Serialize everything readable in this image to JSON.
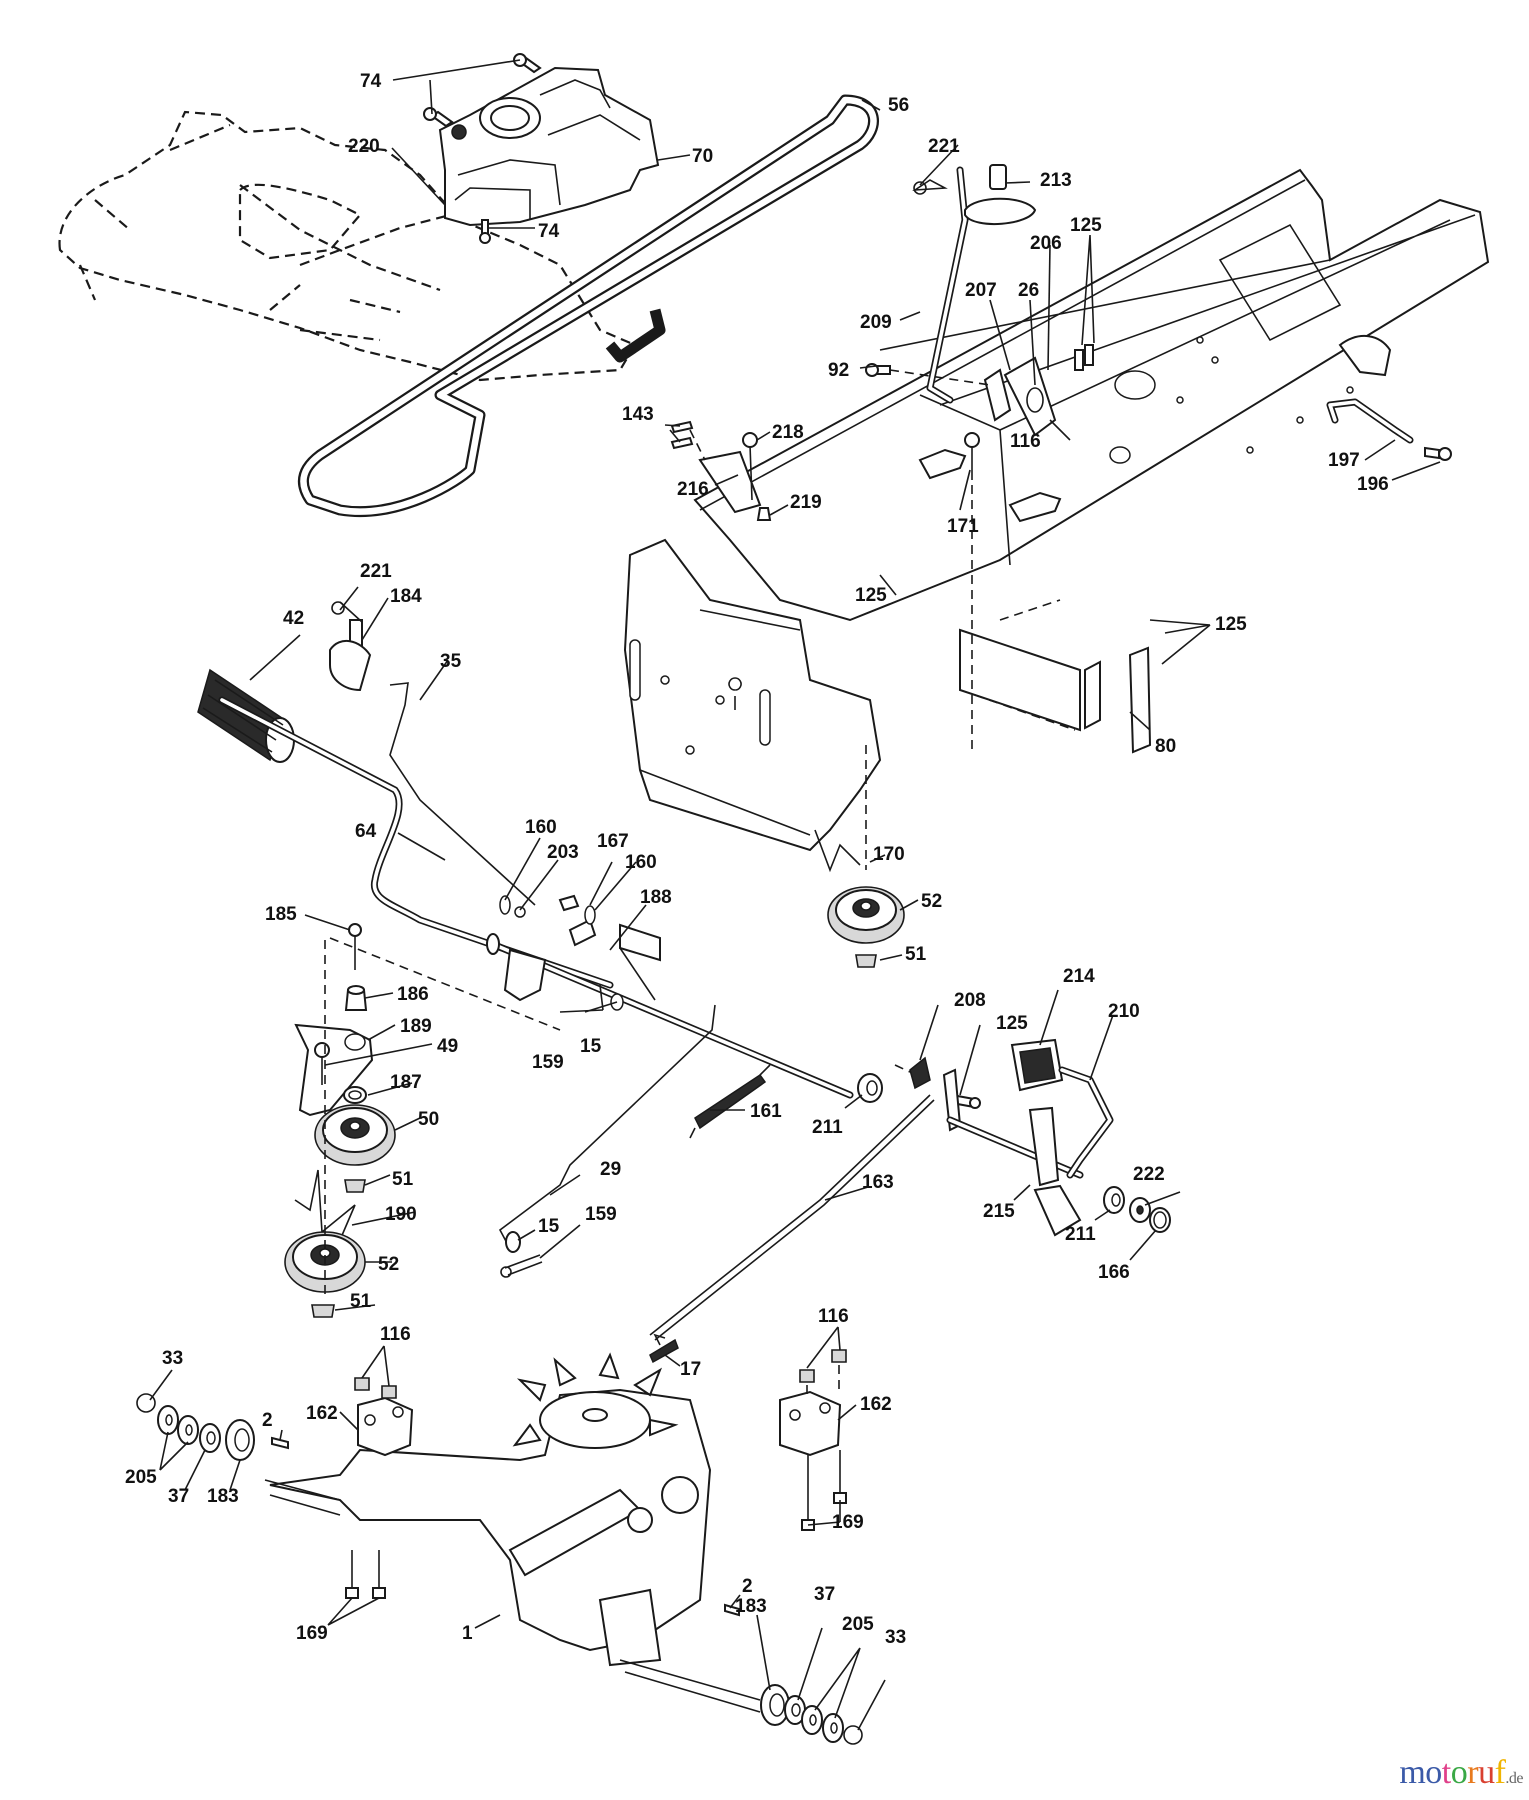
{
  "diagram": {
    "title": "Exploded parts diagram — lawn tractor drive / transaxle assembly",
    "callouts": {
      "c74a": "74",
      "c74b": "74",
      "c220": "220",
      "c70": "70",
      "c56": "56",
      "c221a": "221",
      "c213": "213",
      "c125a": "125",
      "c206": "206",
      "c26": "26",
      "c207": "207",
      "c209": "209",
      "c92": "92",
      "c143": "143",
      "c218": "218",
      "c216": "216",
      "c219": "219",
      "c116a": "116",
      "c171": "171",
      "c197": "197",
      "c196": "196",
      "c221b": "221",
      "c184": "184",
      "c42": "42",
      "c35": "35",
      "c125b": "125",
      "c125c": "125",
      "c80": "80",
      "c64": "64",
      "c160a": "160",
      "c203": "203",
      "c167": "167",
      "c160b": "160",
      "c188": "188",
      "c170": "170",
      "c52a": "52",
      "c51a": "51",
      "c185": "185",
      "c186": "186",
      "c189": "189",
      "c49": "49",
      "c187": "187",
      "c50": "50",
      "c51b": "51",
      "c190": "190",
      "c52b": "52",
      "c51c": "51",
      "c159a": "159",
      "c15a": "15",
      "c161": "161",
      "c211a": "211",
      "c208": "208",
      "c125d": "125",
      "c214": "214",
      "c210": "210",
      "c29": "29",
      "c15b": "15",
      "c159b": "159",
      "c163": "163",
      "c215": "215",
      "c211b": "211",
      "c222": "222",
      "c166": "166",
      "c33a": "33",
      "c116b": "116",
      "c162a": "162",
      "c2a": "2",
      "c205a": "205",
      "c37a": "37",
      "c183a": "183",
      "c17": "17",
      "c116c": "116",
      "c162b": "162",
      "c169a": "169",
      "c169b": "169",
      "c1": "1",
      "c2b": "2",
      "c183b": "183",
      "c37b": "37",
      "c205b": "205",
      "c33b": "33"
    }
  },
  "watermark": {
    "letters": [
      "m",
      "o",
      "t",
      "o",
      "r",
      "u",
      "f"
    ],
    "colors": [
      "#3b5aa8",
      "#3b5aa8",
      "#e0408a",
      "#3aa845",
      "#e87a1e",
      "#d94030",
      "#f0b400"
    ],
    "tld": ".de"
  }
}
